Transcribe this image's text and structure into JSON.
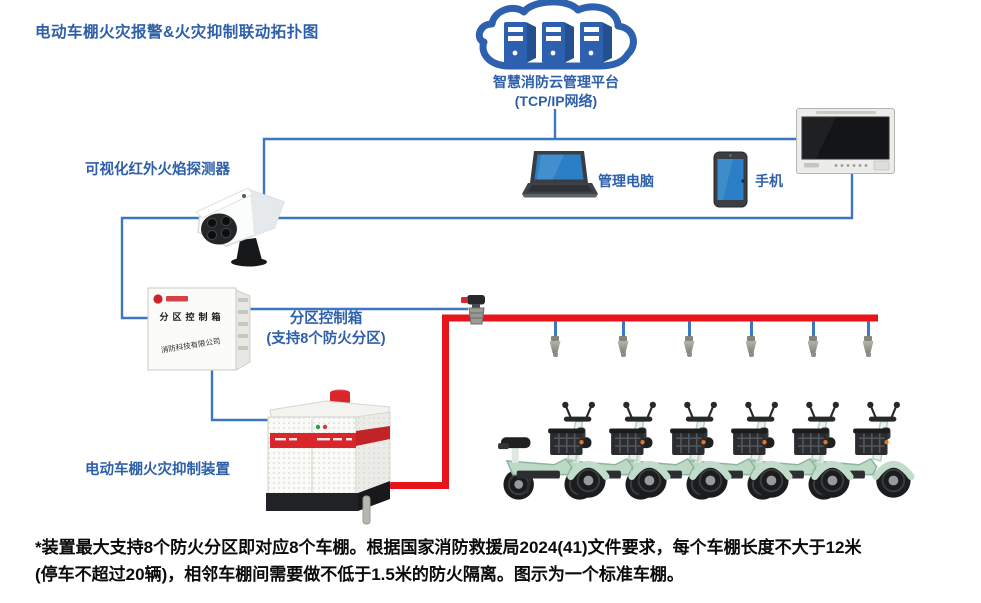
{
  "title": "电动车棚火灾报警&火灾抑制联动拓扑图",
  "cloud": {
    "name_line": "智慧消防云管理平台",
    "network_line": "(TCP/IP网络)"
  },
  "labels": {
    "camera": "可视化红外火焰探测器",
    "control_box_line1": "分区控制箱",
    "control_box_line2": "(支持8个防火分区)",
    "suppression": "电动车棚火灾抑制装置",
    "pc": "管理电脑",
    "phone": "手机"
  },
  "control_box_panel": {
    "title": "分区控制箱",
    "company": "消防科技有限公司"
  },
  "scene": {
    "nozzle_count": 6,
    "bike_count": 6
  },
  "footnote": {
    "line1": "*装置最大支持8个防火分区即对应8个车棚。根据国家消防救援局2024(41)文件要求，每个车棚长度不大于12米",
    "line2": "(停车不超过20辆)，相邻车棚间需要做不低于1.5米的防火隔离。图示为一个标准车棚。"
  },
  "colors": {
    "accent_blue": "#2E5FA9",
    "line_blue": "#3D77C2",
    "pipe_red": "#E8141B",
    "cloud_blue": "#2D61B0",
    "bike_green": "#BCD9C6"
  }
}
